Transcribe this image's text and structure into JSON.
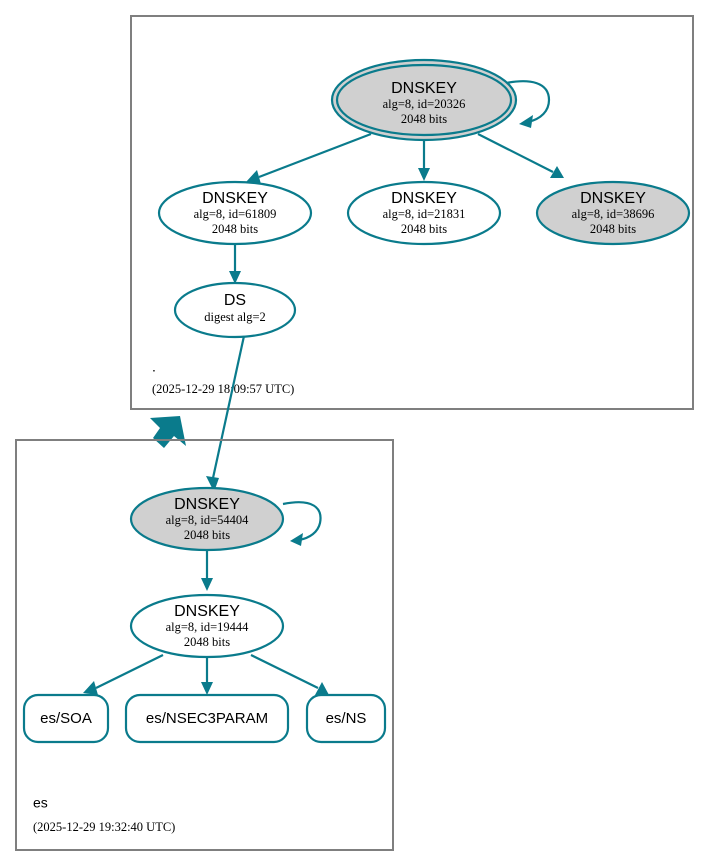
{
  "diagram": {
    "type": "dnssec-authentication-chain",
    "colors": {
      "accent": "#0a7b8c",
      "secure_fill": "#d0d0d0",
      "plain_fill": "#ffffff",
      "cluster_border": "#7f7f7f",
      "text": "#000000",
      "background": "#ffffff"
    }
  },
  "zones": [
    {
      "id": "root",
      "name": ".",
      "timestamp": "(2025-12-29 18:09:57 UTC)",
      "nodes": [
        {
          "id": "root-ksk-20326",
          "shape": "doublecircle",
          "fill": "secure",
          "title": "DNSKEY",
          "detail1": "alg=8, id=20326",
          "detail2": "2048 bits",
          "self_signed": true
        },
        {
          "id": "root-zsk-61809",
          "shape": "ellipse",
          "fill": "plain",
          "title": "DNSKEY",
          "detail1": "alg=8, id=61809",
          "detail2": "2048 bits",
          "self_signed": false
        },
        {
          "id": "root-zsk-21831",
          "shape": "ellipse",
          "fill": "plain",
          "title": "DNSKEY",
          "detail1": "alg=8, id=21831",
          "detail2": "2048 bits",
          "self_signed": false
        },
        {
          "id": "root-zsk-38696",
          "shape": "ellipse",
          "fill": "secure",
          "title": "DNSKEY",
          "detail1": "alg=8, id=38696",
          "detail2": "2048 bits",
          "self_signed": false
        },
        {
          "id": "root-ds",
          "shape": "ellipse",
          "fill": "plain",
          "title": "DS",
          "detail1": "digest alg=2",
          "detail2": "",
          "self_signed": false
        }
      ]
    },
    {
      "id": "es",
      "name": "es",
      "timestamp": "(2025-12-29 19:32:40 UTC)",
      "nodes": [
        {
          "id": "es-ksk-54404",
          "shape": "ellipse",
          "fill": "secure",
          "title": "DNSKEY",
          "detail1": "alg=8, id=54404",
          "detail2": "2048 bits",
          "self_signed": true
        },
        {
          "id": "es-zsk-19444",
          "shape": "ellipse",
          "fill": "plain",
          "title": "DNSKEY",
          "detail1": "alg=8, id=19444",
          "detail2": "2048 bits",
          "self_signed": false
        }
      ],
      "rrsets": [
        {
          "id": "es-soa",
          "label": "es/SOA"
        },
        {
          "id": "es-nsec3param",
          "label": "es/NSEC3PARAM"
        },
        {
          "id": "es-ns",
          "label": "es/NS"
        }
      ]
    }
  ],
  "edges": [
    {
      "from": "root-ksk-20326",
      "to": "root-ksk-20326",
      "kind": "self-sign"
    },
    {
      "from": "root-ksk-20326",
      "to": "root-zsk-61809",
      "kind": "signs"
    },
    {
      "from": "root-ksk-20326",
      "to": "root-zsk-21831",
      "kind": "signs"
    },
    {
      "from": "root-ksk-20326",
      "to": "root-zsk-38696",
      "kind": "signs"
    },
    {
      "from": "root-zsk-61809",
      "to": "root-ds",
      "kind": "signs"
    },
    {
      "from": "root-ds",
      "to": "es-ksk-54404",
      "kind": "delegation"
    },
    {
      "from": "es-ksk-54404",
      "to": "es-ksk-54404",
      "kind": "self-sign"
    },
    {
      "from": "es-ksk-54404",
      "to": "es-zsk-19444",
      "kind": "signs"
    },
    {
      "from": "es-zsk-19444",
      "to": "es-soa",
      "kind": "signs"
    },
    {
      "from": "es-zsk-19444",
      "to": "es-nsec3param",
      "kind": "signs"
    },
    {
      "from": "es-zsk-19444",
      "to": "es-ns",
      "kind": "signs"
    }
  ]
}
